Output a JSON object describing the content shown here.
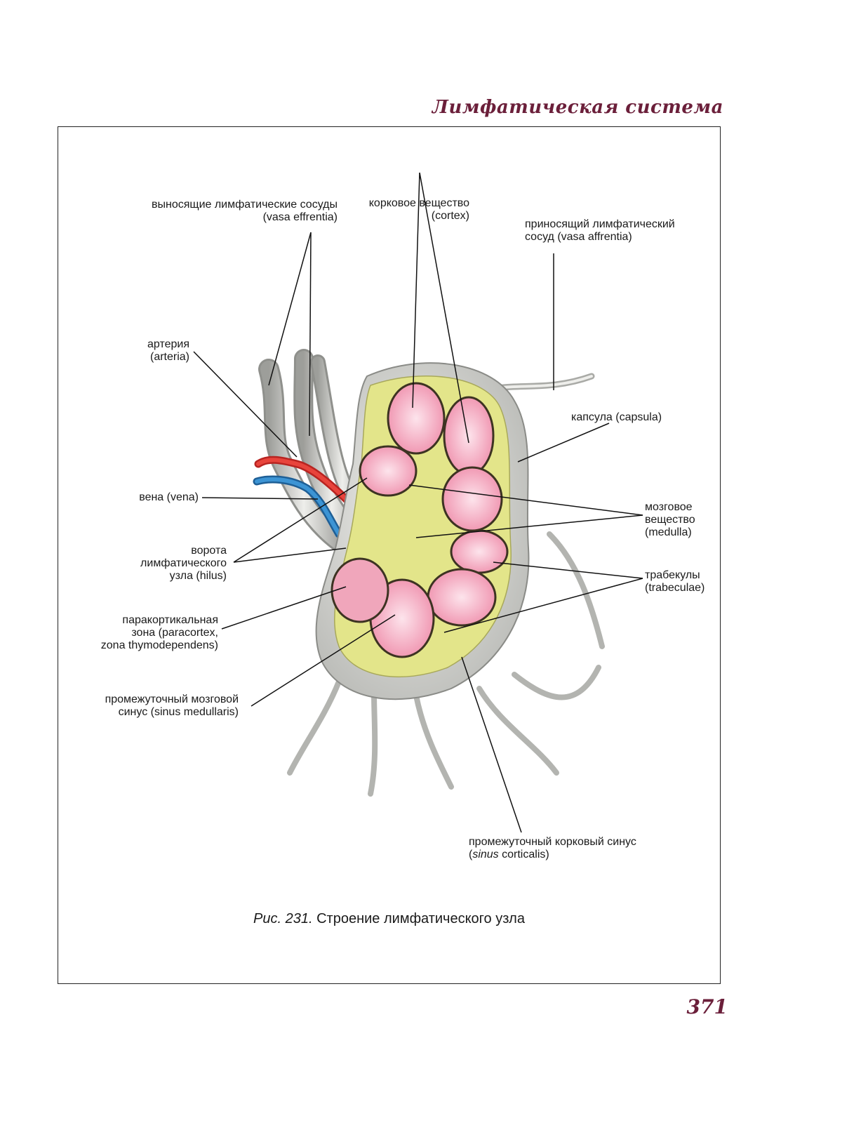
{
  "header": {
    "running_title": "Лимфатическая система"
  },
  "figure": {
    "caption_prefix": "Рис. 231.",
    "caption_text": " Строение лимфатического узла",
    "labels": {
      "vasa_effrentia": {
        "line1": "выносящие лимфатические сосуды",
        "line2": "(vasa effrentia)"
      },
      "cortex": {
        "line1": "корковое вещество",
        "line2": "(cortex)"
      },
      "vasa_affrentia": {
        "line1": "приносящий лимфатический",
        "line2": "сосуд (vasa affrentia)"
      },
      "arteria": {
        "line1": "артерия",
        "line2": "(arteria)"
      },
      "capsula": {
        "line1": "капсула (capsula)"
      },
      "vena": {
        "line1": "вена (vena)"
      },
      "medulla": {
        "line1": "мозговое",
        "line2": "вещество",
        "line3": "(medulla)"
      },
      "hilus": {
        "line1": "ворота",
        "line2": "лимфатического",
        "line3": "узла (hilus)"
      },
      "trabeculae": {
        "line1": "трабекулы",
        "line2": "(trabeculae)"
      },
      "paracortex": {
        "line1": "паракортикальная",
        "line2": "зона (paracortex,",
        "line3": "zona thymodependens)"
      },
      "sinus_medullaris": {
        "line1": "промежуточный мозговой",
        "line2": "синус (sinus medullaris)"
      },
      "sinus_corticalis": {
        "line1": "промежуточный корковый синус",
        "line2_italic": "sinus",
        "line2_rest": " corticalis)",
        "line2_open": "("
      }
    }
  },
  "footer": {
    "page_number": "371"
  },
  "colors": {
    "accent": "#6b1f3a",
    "follicle_pink": "#f19bb3",
    "cortex_yellow": "#e3e58a",
    "capsule_grey": "#d8d9d6",
    "artery_red": "#d9302b",
    "vein_blue": "#2c7fc0"
  }
}
